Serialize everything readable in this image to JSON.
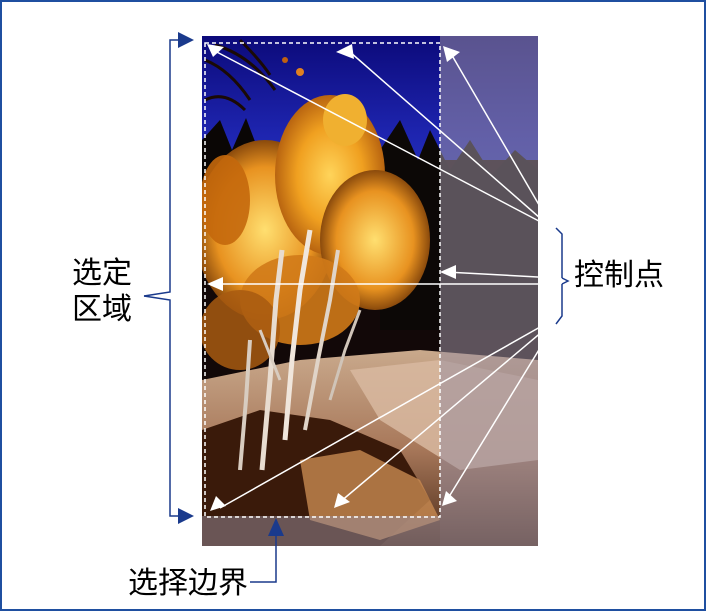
{
  "labels": {
    "selected_area_line1": "选定",
    "selected_area_line2": "区域",
    "control_points": "控制点",
    "selection_border": "选择边界"
  },
  "colors": {
    "frame": "#1f4fa0",
    "callout": "#1a3a8c",
    "sky": "#1a1890",
    "foliage": "#e89a1c",
    "dim_overlay": "#8a7f8c",
    "marquee": "#ffffff"
  },
  "icons": {
    "control_point_arrow": "white-arrowhead-icon",
    "callout_arrow": "blue-arrowhead-icon"
  }
}
